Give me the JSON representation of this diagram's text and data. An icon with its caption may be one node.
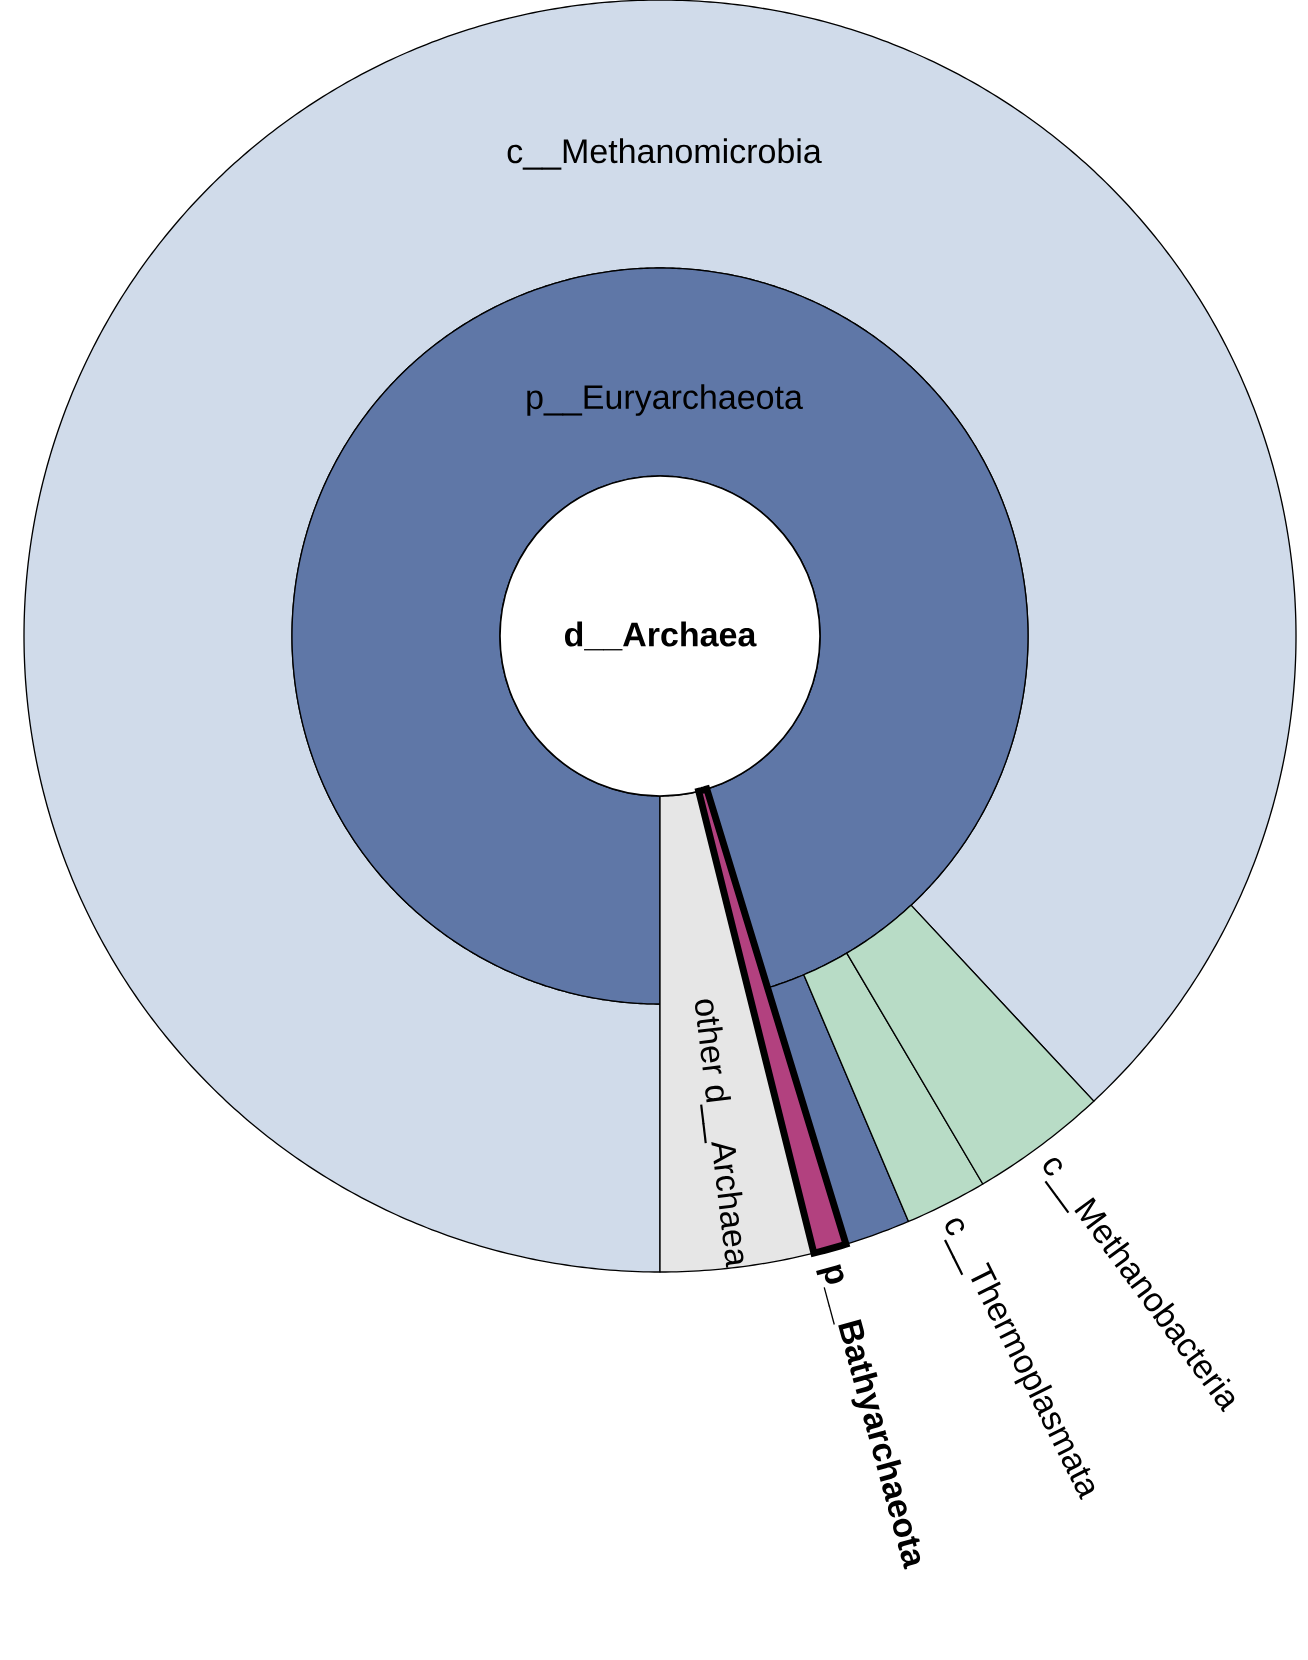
{
  "diagram": {
    "nodes": [
      {
        "text": [
          "c__Methanomicrobia"
        ]
      },
      {
        "text": [
          "p__Euryarchaeota"
        ]
      },
      {
        "text": [
          "d__Archaea"
        ]
      },
      {
        "text": [
          "other d__Archaea"
        ]
      },
      {
        "text": [
          "p__Bathyarchaeota"
        ]
      },
      {
        "text": [
          "c__Thermoplasmata"
        ]
      },
      {
        "text": [
          "c__Methanobacteria"
        ]
      }
    ]
  }
}
